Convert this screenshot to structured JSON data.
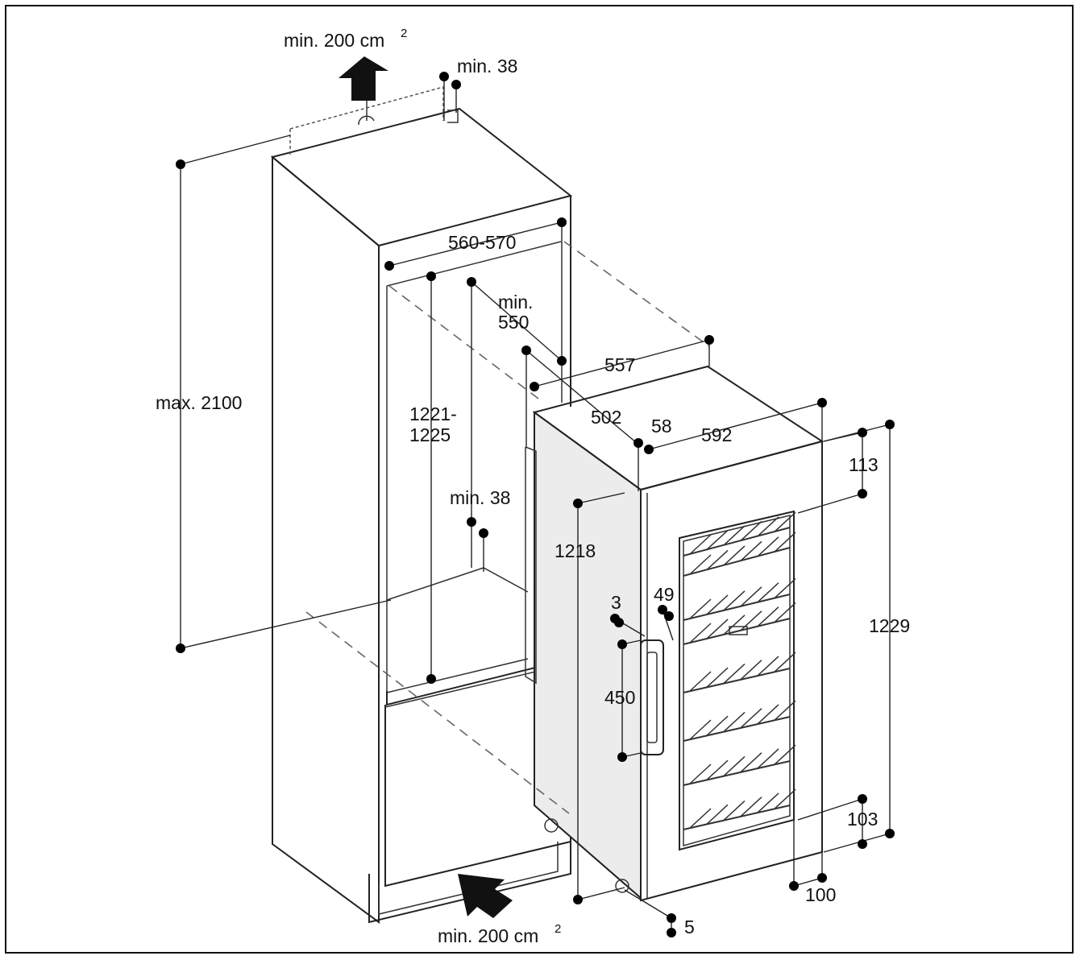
{
  "labels": {
    "vent_top": "min. 200 cm",
    "vent_top_sup": "2",
    "gap_top": "min. 38",
    "max_height": "max. 2100",
    "niche_width": "560-570",
    "niche_depth_a": "min.",
    "niche_depth_b": "550",
    "niche_height_a": "1221-",
    "niche_height_b": "1225",
    "gap_rear": "min. 38",
    "depth_557": "557",
    "depth_502": "502",
    "offset_58": "58",
    "width_592": "592",
    "top_113": "113",
    "height_1218": "1218",
    "height_1229": "1229",
    "handle_3": "3",
    "handle_49": "49",
    "handle_450": "450",
    "bottom_103": "103",
    "bottom_100": "100",
    "door_5": "5",
    "vent_bottom": "min. 200 cm",
    "vent_bottom_sup": "2"
  },
  "colors": {
    "line": "#222222",
    "dashed": "#666666",
    "cabinet_side": "#ececec",
    "background": "#ffffff"
  }
}
